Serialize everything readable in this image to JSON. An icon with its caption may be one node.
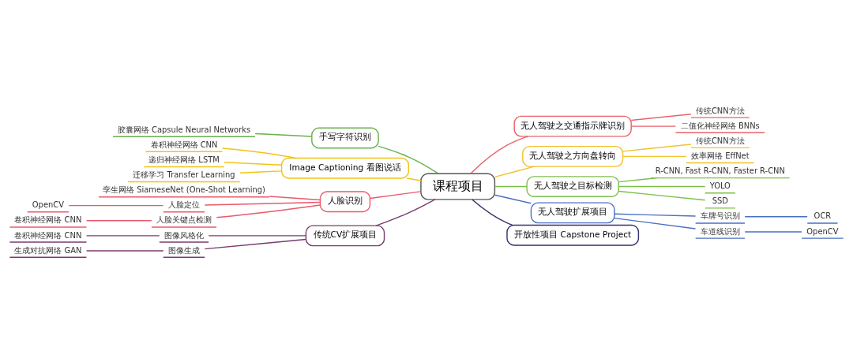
{
  "diagram": {
    "nodes": [
      {
        "text": [
          "课程项目"
        ]
      },
      {
        "text": [
          "无人驾驶之交通指示牌识别"
        ]
      },
      {
        "text": [
          "传统CNN方法"
        ]
      },
      {
        "text": [
          "二值化神经网络 BNNs"
        ]
      },
      {
        "text": [
          "无人驾驶之方向盘转向"
        ]
      },
      {
        "text": [
          "传统CNN方法"
        ]
      },
      {
        "text": [
          "效率网络 EffNet"
        ]
      },
      {
        "text": [
          "无人驾驶之目标检测"
        ]
      },
      {
        "text": [
          "R-CNN, Fast R-CNN, Faster R-CNN"
        ]
      },
      {
        "text": [
          "YOLO"
        ]
      },
      {
        "text": [
          "SSD"
        ]
      },
      {
        "text": [
          "无人驾驶扩展项目"
        ]
      },
      {
        "text": [
          "车牌号识别"
        ]
      },
      {
        "text": [
          "OCR"
        ]
      },
      {
        "text": [
          "车道线识别"
        ]
      },
      {
        "text": [
          "OpenCV"
        ]
      },
      {
        "text": [
          "开放性项目 Capstone Project"
        ]
      },
      {
        "text": [
          "手写字符识别"
        ]
      },
      {
        "text": [
          "胶囊网络 Capsule Neural Networks"
        ]
      },
      {
        "text": [
          "Image Captioning 看图说话"
        ]
      },
      {
        "text": [
          "卷积神经网络 CNN"
        ]
      },
      {
        "text": [
          "递归神经网络 LSTM"
        ]
      },
      {
        "text": [
          "迁移学习 Transfer Learning"
        ]
      },
      {
        "text": [
          "人脸识别"
        ]
      },
      {
        "text": [
          "孪生网络 SiameseNet (One-Shot Learning)"
        ]
      },
      {
        "text": [
          "人脸定位"
        ]
      },
      {
        "text": [
          "OpenCV"
        ]
      },
      {
        "text": [
          "人脸关键点检测"
        ]
      },
      {
        "text": [
          "卷积神经网络 CNN"
        ]
      },
      {
        "text": [
          "传统CV扩展项目"
        ]
      },
      {
        "text": [
          "图像风格化"
        ]
      },
      {
        "text": [
          "卷积神经网络 CNN"
        ]
      },
      {
        "text": [
          "图像生成"
        ]
      },
      {
        "text": [
          "生成对抗网络 GAN"
        ]
      }
    ],
    "edges": [
      {
        "from": 0,
        "to": 1,
        "arrow": "none",
        "color": "#e8636b"
      },
      {
        "from": 1,
        "to": 2,
        "arrow": "none",
        "color": "#e8636b"
      },
      {
        "from": 1,
        "to": 3,
        "arrow": "none",
        "color": "#e8636b"
      },
      {
        "from": 0,
        "to": 4,
        "arrow": "none",
        "color": "#f2c12e"
      },
      {
        "from": 4,
        "to": 5,
        "arrow": "none",
        "color": "#f2c12e"
      },
      {
        "from": 4,
        "to": 6,
        "arrow": "none",
        "color": "#f2c12e"
      },
      {
        "from": 0,
        "to": 7,
        "arrow": "none",
        "color": "#7cbf4a"
      },
      {
        "from": 7,
        "to": 8,
        "arrow": "none",
        "color": "#7cbf4a"
      },
      {
        "from": 7,
        "to": 9,
        "arrow": "none",
        "color": "#7cbf4a"
      },
      {
        "from": 7,
        "to": 10,
        "arrow": "none",
        "color": "#7cbf4a"
      },
      {
        "from": 0,
        "to": 11,
        "arrow": "none",
        "color": "#4a6fc0"
      },
      {
        "from": 11,
        "to": 12,
        "arrow": "none",
        "color": "#4a6fc0"
      },
      {
        "from": 12,
        "to": 13,
        "arrow": "none",
        "color": "#4a6fc0"
      },
      {
        "from": 11,
        "to": 14,
        "arrow": "none",
        "color": "#4a6fc0"
      },
      {
        "from": 14,
        "to": 15,
        "arrow": "none",
        "color": "#4a6fc0"
      },
      {
        "from": 0,
        "to": 16,
        "arrow": "none",
        "color": "#33336e"
      },
      {
        "from": 0,
        "to": 17,
        "arrow": "none",
        "color": "#6ab04c"
      },
      {
        "from": 17,
        "to": 18,
        "arrow": "none",
        "color": "#6ab04c"
      },
      {
        "from": 0,
        "to": 19,
        "arrow": "none",
        "color": "#f0c419"
      },
      {
        "from": 19,
        "to": 20,
        "arrow": "none",
        "color": "#f0c419"
      },
      {
        "from": 19,
        "to": 21,
        "arrow": "none",
        "color": "#f0c419"
      },
      {
        "from": 19,
        "to": 22,
        "arrow": "none",
        "color": "#f0c419"
      },
      {
        "from": 0,
        "to": 23,
        "arrow": "none",
        "color": "#e85a6a"
      },
      {
        "from": 23,
        "to": 24,
        "arrow": "none",
        "color": "#e85a6a"
      },
      {
        "from": 23,
        "to": 25,
        "arrow": "none",
        "color": "#e85a6a"
      },
      {
        "from": 25,
        "to": 26,
        "arrow": "none",
        "color": "#e85a6a"
      },
      {
        "from": 23,
        "to": 27,
        "arrow": "none",
        "color": "#e85a6a"
      },
      {
        "from": 27,
        "to": 28,
        "arrow": "none",
        "color": "#e85a6a"
      },
      {
        "from": 0,
        "to": 29,
        "arrow": "none",
        "color": "#7a3b6e"
      },
      {
        "from": 29,
        "to": 30,
        "arrow": "none",
        "color": "#7a3b6e"
      },
      {
        "from": 30,
        "to": 31,
        "arrow": "none",
        "color": "#7a3b6e"
      },
      {
        "from": 29,
        "to": 32,
        "arrow": "none",
        "color": "#7a3b6e"
      },
      {
        "from": 32,
        "to": 33,
        "arrow": "none",
        "color": "#7a3b6e"
      }
    ]
  }
}
